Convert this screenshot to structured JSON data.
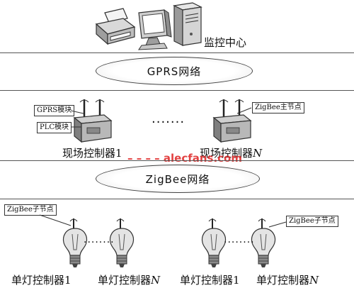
{
  "monitor_center": {
    "label": "监控中心"
  },
  "gprs_network": {
    "label": "GPRS网络"
  },
  "zigbee_network": {
    "label": "ZigBee网络"
  },
  "field_controller_1": {
    "label": "现场控制器1",
    "callout_gprs": "GPRS模块",
    "callout_plc": "PLC模块"
  },
  "field_controller_n": {
    "label_prefix": "现场控制器",
    "label_n": "N",
    "callout_zigbee_master": "ZigBee主节点"
  },
  "field_ellipsis": "·······",
  "lamps": {
    "callout_child_left": "ZigBee子节点",
    "callout_child_right": "ZigBee子节点",
    "dots": "········",
    "left_1": "单灯控制器1",
    "left_n_prefix": "单灯控制器",
    "left_n_n": "N",
    "right_1": "单灯控制器1",
    "right_n_prefix": "单灯控制器",
    "right_n_n": "N"
  },
  "watermark": "– – – – alecfans.com"
}
